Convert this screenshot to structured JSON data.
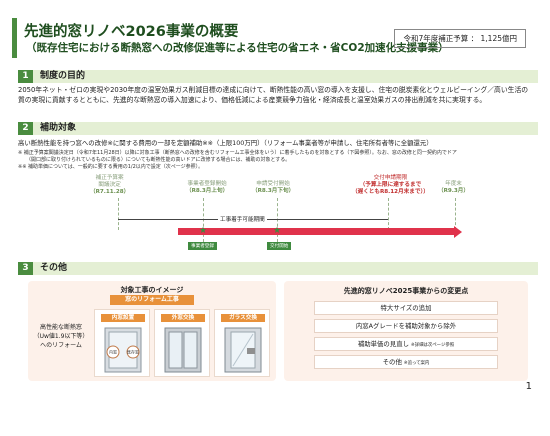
{
  "header": {
    "title": "先進的窓リノベ2026事業の概要",
    "subtitle": "（既存住宅における断熱窓への改修促進等による住宅の省エネ・省CO2加速化支援事業）",
    "budget": "令和7年度補正予算 ： 1,125億円"
  },
  "sections": [
    {
      "num": "1",
      "label": "制度の目的"
    },
    {
      "num": "2",
      "label": "補助対象"
    },
    {
      "num": "3",
      "label": "その他"
    }
  ],
  "purpose_text": "2050年ネット・ゼロの実現や2030年度の温室効果ガス削減目標の達成に向けて、断熱性能の高い窓の導入を支援し、住宅の脱炭素化とウェルビーイング／高い生活の質の実現に貢献するとともに、先進的な断熱窓の導入加速により、価格低減による産業競争力強化・経済成長と温室効果ガスの排出削減を共に実現する。",
  "target": {
    "main": "高い断熱性能を持つ窓への改修※に関する費用の一部を定額補助※※（上限100万円）（リフォーム事業者等が申請し、住宅所有者等に全額還元）",
    "note1": "※ 補正予算案閣議決定日（令和7年11月28日）以降に対象工事（断熱窓への改修を含むリフォーム工事全体をいう）に着手したものを対象とする（下図参照）。なお、窓の改修と同一契約内でドア",
    "note2": "（開口部に取り付けられているものに限る）についても断熱性能の高いドアに改修する場合には、補助の対象とする。",
    "note3": "※※ 補助単価については、一般的に要する費用の1/2以内で設定（次ページ参照）。"
  },
  "timeline": {
    "points": [
      {
        "line1": "補正予算案",
        "line2": "閣議決定",
        "date": "（R7.11.28）",
        "red": false
      },
      {
        "line1": "事業者登録開始",
        "line2": "",
        "date": "（R8.3月上旬）",
        "red": false
      },
      {
        "line1": "申請受付開始",
        "line2": "",
        "date": "（R8.3月下旬）",
        "red": false
      },
      {
        "line1": "交付申請期限",
        "line2": "（予算上限に達するまで",
        "date": "（遅くともR8.12月末まで））",
        "red": true
      },
      {
        "line1": "年度末",
        "line2": "",
        "date": "（R9.3月）",
        "red": false
      }
    ],
    "period": "工事着手可能期間",
    "tag1": "事業者登録",
    "tag2": "交付開始"
  },
  "image_panel": {
    "title": "対象工事のイメージ",
    "bar": "窓のリフォーム工事",
    "left_text_1": "高性能な断熱窓",
    "left_text_2": "（Uw値1.9以下等）",
    "left_text_3": "へのリフォーム",
    "opt1": "内窓設置",
    "opt2": "外窓交換",
    "opt3": "ガラス交換",
    "inner_a": "内窓",
    "inner_b": "既存窓"
  },
  "changes_panel": {
    "title": "先進的窓リノベ2025事業からの変更点",
    "items": [
      {
        "text": "特大サイズの追加",
        "sub": ""
      },
      {
        "text": "内窓Aグレードを補助対象から除外",
        "sub": ""
      },
      {
        "text": "補助単価の見直し",
        "sub": "※詳細は次ページ参照"
      },
      {
        "text": "その他",
        "sub": "※追って案内"
      }
    ]
  },
  "page_number": "1",
  "colors": {
    "accent": "#4a8c3f",
    "arrow": "#e0324b",
    "orange": "#e8913a"
  }
}
